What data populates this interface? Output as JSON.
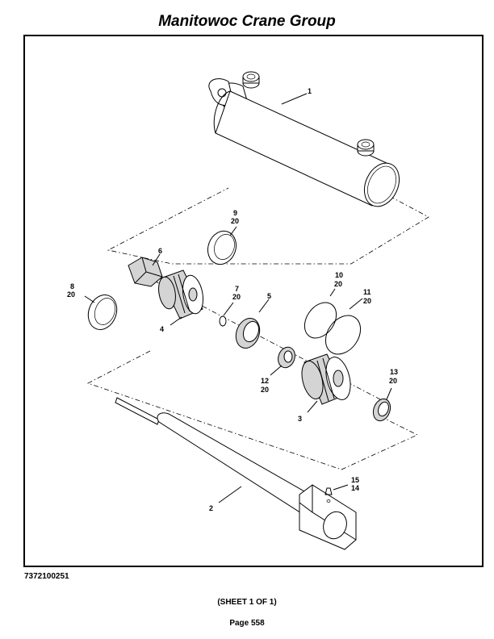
{
  "header": {
    "title": "Manitowoc Crane Group"
  },
  "footer": {
    "drawing_number": "7372100251",
    "sheet": "(SHEET 1 OF 1)",
    "page": "Page 558"
  },
  "callouts": {
    "c1": "1",
    "c2": "2",
    "c3": "3",
    "c4": "4",
    "c5": "5",
    "c6": "6",
    "c7": "7",
    "c7b": "20",
    "c8": "8",
    "c8b": "20",
    "c9": "9",
    "c9b": "20",
    "c10": "10",
    "c10b": "20",
    "c11": "11",
    "c11b": "20",
    "c12": "12",
    "c12b": "20",
    "c13": "13",
    "c13b": "20",
    "c15": "15",
    "c14": "14"
  }
}
